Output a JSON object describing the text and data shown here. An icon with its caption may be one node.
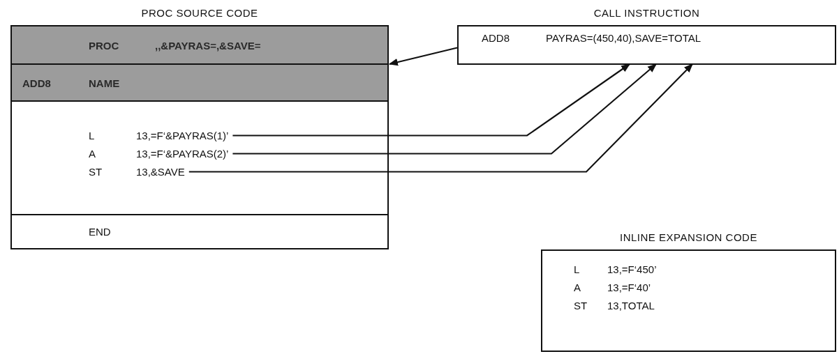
{
  "diagram": {
    "nodes": [
      {
        "text": [
          "PROC SOURCE CODE"
        ]
      },
      {
        "text": [
          "PROC",
          ",,&PAYRAS=,&SAVE="
        ],
        "in": 0
      },
      {
        "text": [
          "ADD8",
          "NAME"
        ],
        "in": 0
      },
      {
        "text": [],
        "shape": "box",
        "in": 0
      },
      {
        "text": [
          "L",
          "13,=F‘&PAYRAS(1)’"
        ],
        "in": 3
      },
      {
        "text": [
          "A",
          "13,=F‘&PAYRAS(2)’"
        ],
        "in": 3
      },
      {
        "text": [
          "ST",
          "13,&SAVE"
        ],
        "in": 3
      },
      {
        "text": [
          "END"
        ],
        "in": 0
      },
      {
        "text": [
          "CALL INSTRUCTION",
          "ADD8",
          "PAYRAS=(450,40),SAVE=TOTAL"
        ]
      },
      {
        "text": [
          "INLINE EXPANSION CODE",
          "L",
          "13,=F‘450’",
          "A",
          "13,=F‘40’",
          "ST",
          "13,TOTAL"
        ]
      }
    ],
    "edges": [
      {
        "from": 8,
        "to": 0,
        "arrow": "to"
      },
      {
        "from": 4,
        "to": 8,
        "arrow": "to"
      },
      {
        "from": 5,
        "to": 8,
        "arrow": "to"
      },
      {
        "from": 6,
        "to": 8,
        "arrow": "to"
      }
    ]
  }
}
